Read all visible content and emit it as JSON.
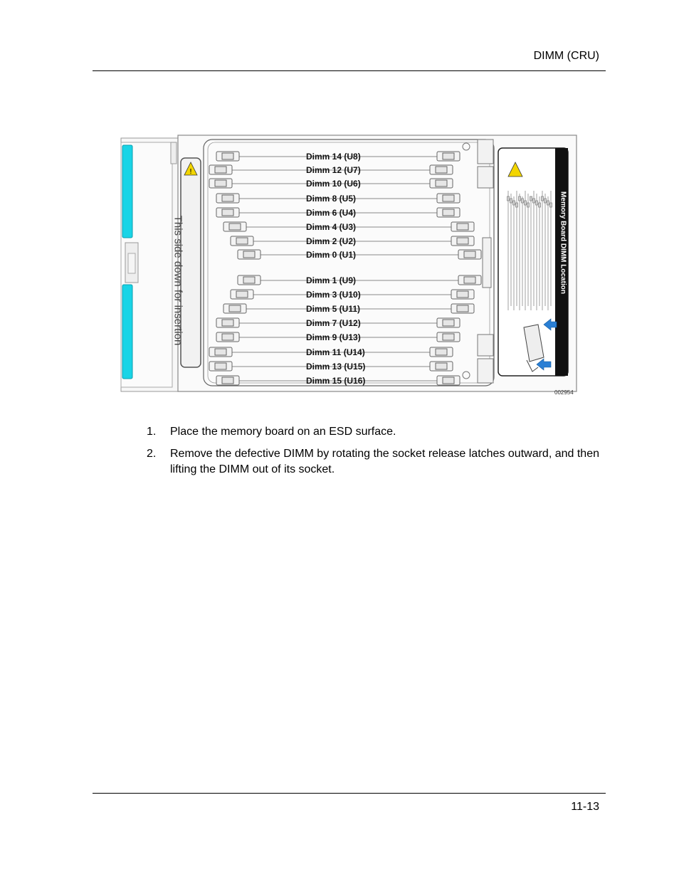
{
  "header": {
    "title": "DIMM (CRU)"
  },
  "footer": {
    "page_number": "11-13"
  },
  "figure": {
    "side_text": "This side down for insertion",
    "legend_title": "Memory Board DIMM Location",
    "figure_id": "002954",
    "dimm_labels_upper": [
      "Dimm 14 (U8)",
      "Dimm 12 (U7)",
      "Dimm 10 (U6)",
      "Dimm 8 (U5)",
      "Dimm 6 (U4)",
      "Dimm 4 (U3)",
      "Dimm 2 (U2)",
      "Dimm 0 (U1)"
    ],
    "dimm_labels_lower": [
      "Dimm 1 (U9)",
      "Dimm 3 (U10)",
      "Dimm 5 (U11)",
      "Dimm 7 (U12)",
      "Dimm 9 (U13)",
      "Dimm 11 (U14)",
      "Dimm 13 (U15)",
      "Dimm 15 (U16)"
    ],
    "accent_color": "#19d4e6",
    "warning_icon": "warning-triangle-icon",
    "arrow_icon": "blue-arrow-icon"
  },
  "steps": [
    {
      "number": "1.",
      "text": "Place the memory board on an ESD surface."
    },
    {
      "number": "2.",
      "text": "Remove the defective DIMM by rotating the socket release latches outward, and then lifting the DIMM out of its socket."
    }
  ]
}
